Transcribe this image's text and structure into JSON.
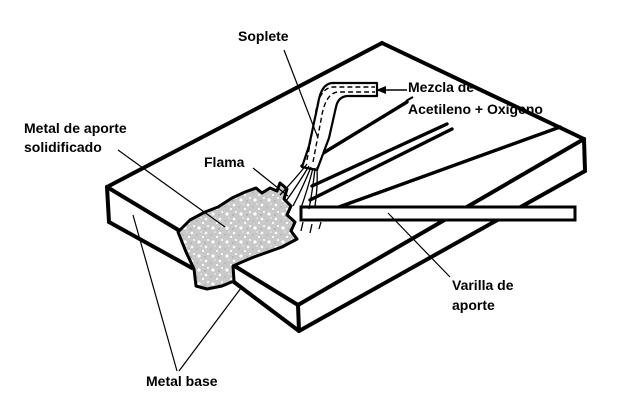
{
  "diagram": {
    "background_color": "#ffffff",
    "line_color": "#000000",
    "bead_fill_color": "#c9c9c9",
    "labels": {
      "soplete": "Soplete",
      "mezcla_line1": "Mezcla de",
      "mezcla_line2": "Acetileno + Oxígeno",
      "metal_aporte_line1": "Metal de aporte",
      "metal_aporte_line2": "solidificado",
      "flama": "Flama",
      "varilla_line1": "Varilla de",
      "varilla_line2": "aporte",
      "metal_base": "Metal base"
    }
  }
}
